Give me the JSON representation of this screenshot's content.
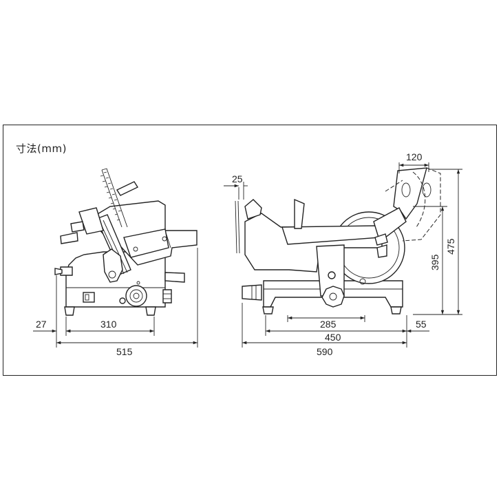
{
  "title": "寸法(mm)",
  "side_view": {
    "dims": {
      "feet_offset": "27",
      "feet_span": "310",
      "total_depth": "515"
    }
  },
  "front_view": {
    "dims": {
      "top_offset": "25",
      "handle_offset": "120",
      "height_total": "475",
      "height_body": "395",
      "center_width": "285",
      "base_width": "450",
      "right_offset": "55",
      "total_width": "590"
    }
  }
}
